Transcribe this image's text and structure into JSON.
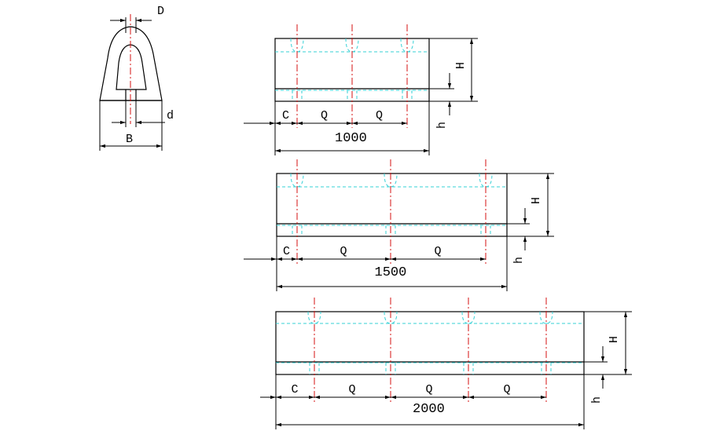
{
  "profile": {
    "top_dim": "D",
    "bolt_dim": "d",
    "base_dim": "B"
  },
  "fenders": [
    {
      "length_label": "1000",
      "end_label": "C",
      "spacing_labels": [
        "Q",
        "Q"
      ],
      "height_label": "H",
      "bottom_label": "h"
    },
    {
      "length_label": "1500",
      "end_label": "C",
      "spacing_labels": [
        "Q",
        "Q"
      ],
      "height_label": "H",
      "bottom_label": "h"
    },
    {
      "length_label": "2000",
      "end_label": "C",
      "spacing_labels": [
        "Q",
        "Q",
        "Q"
      ],
      "height_label": "H",
      "bottom_label": "h"
    }
  ],
  "colors": {
    "outline": "#000000",
    "hidden_line": "#35d0d6",
    "center_line": "#d41010"
  }
}
